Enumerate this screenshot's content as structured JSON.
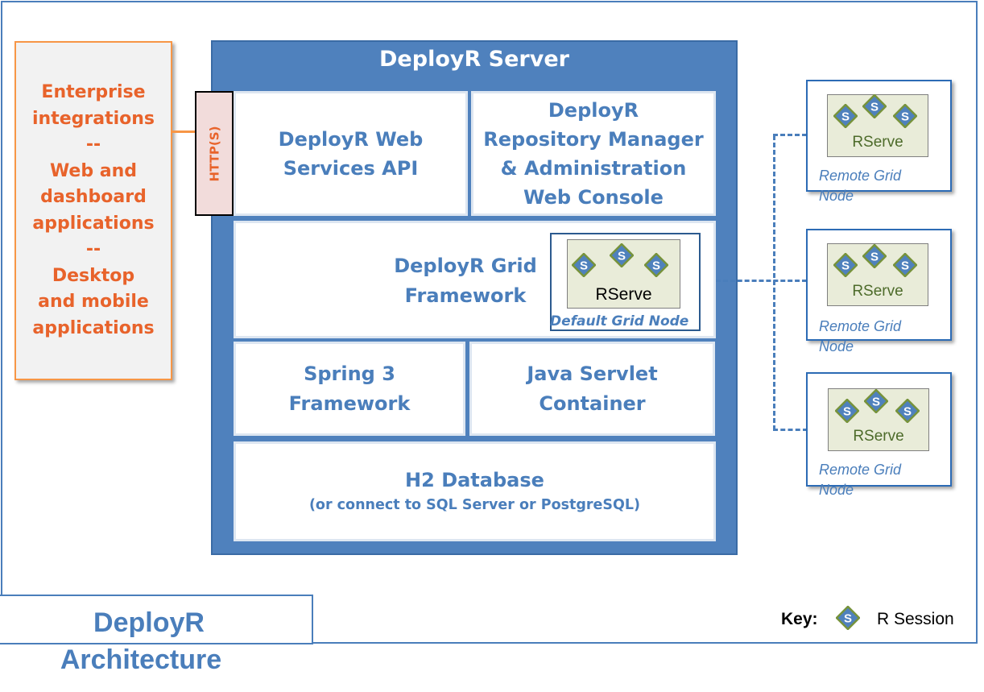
{
  "client": {
    "lines": [
      "Enterprise",
      "integrations",
      "--",
      "Web and",
      "dashboard",
      "applications",
      "--",
      "Desktop",
      "and mobile",
      "applications"
    ]
  },
  "http_label": "HTTP(S)",
  "server": {
    "title": "DeployR Server",
    "web_services": [
      "DeployR Web",
      "Services API"
    ],
    "repo_manager": [
      "DeployR",
      "Repository Manager",
      "& Administration",
      "Web Console"
    ],
    "grid_framework": [
      "DeployR Grid",
      "Framework"
    ],
    "default_node": {
      "rserve": "RServe",
      "label": "Default Grid Node"
    },
    "spring": [
      "Spring 3",
      "Framework"
    ],
    "servlet": [
      "Java Servlet",
      "Container"
    ],
    "database": {
      "title": "H2 Database",
      "subtitle": "(or connect to SQL Server or PostgreSQL)"
    }
  },
  "remote_nodes": [
    {
      "rserve": "RServe",
      "label_line1": "Remote Grid",
      "label_line2": "Node"
    },
    {
      "rserve": "RServe",
      "label_line1": "Remote Grid",
      "label_line2": "Node"
    },
    {
      "rserve": "RServe",
      "label_line1": "Remote Grid",
      "label_line2": "Node"
    }
  ],
  "session_glyph": "S",
  "key": {
    "label": "Key:",
    "text": "R Session",
    "icon": "r-session-diamond-icon"
  },
  "architecture_title": [
    "DeployR",
    "Architecture"
  ],
  "colors": {
    "server_blue": "#4f81bd",
    "text_blue": "#4a7ebb",
    "client_orange": "#e8632b",
    "client_border": "#f79646",
    "rserve_fill": "#e9ecd9",
    "diamond_fill": "#4f81bd",
    "diamond_border": "#77933c"
  }
}
